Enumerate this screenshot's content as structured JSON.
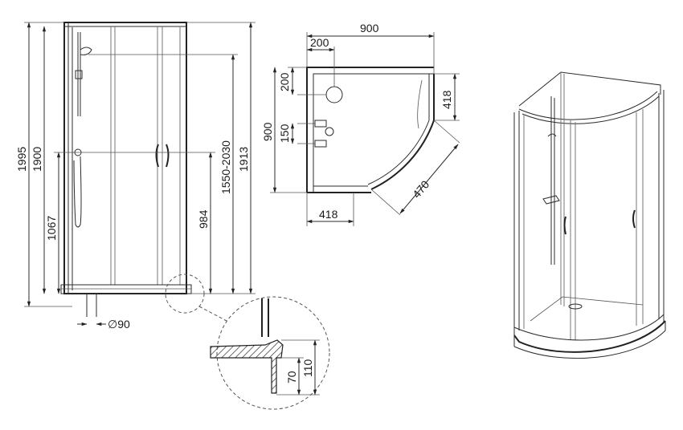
{
  "front_view": {
    "dimensions": {
      "total_height": "1995",
      "cabin_height": "1900",
      "mixer_height": "1067",
      "shower_rail_range": "1550-2030",
      "overall_height": "1913",
      "door_height": "984",
      "drain_diameter": "∅90"
    }
  },
  "plan_view": {
    "dimensions": {
      "width": "900",
      "drain_offset_x": "200",
      "drain_offset_y": "200",
      "depth": "900",
      "valve_spacing": "150",
      "side_right": "418",
      "side_bottom": "418",
      "door_opening": "470"
    }
  },
  "detail_view": {
    "dimensions": {
      "tray_height": "110",
      "tray_inner": "70"
    }
  }
}
